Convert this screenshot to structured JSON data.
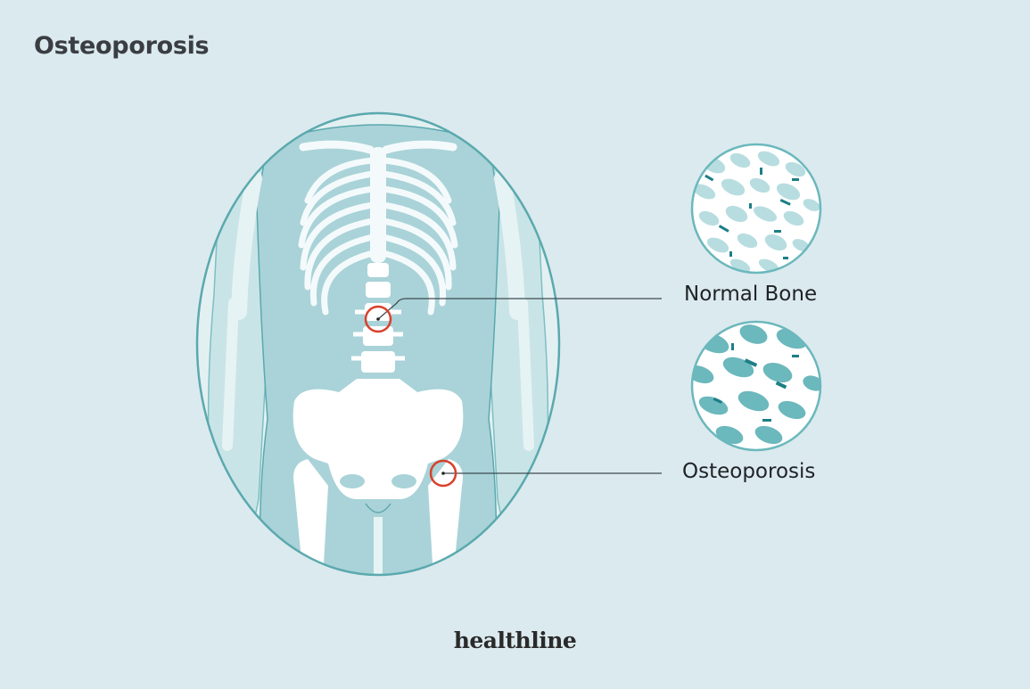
{
  "title": "Osteoporosis",
  "labels": {
    "normal": "Normal Bone",
    "osteo": "Osteoporosis"
  },
  "brand": "healthline",
  "colors": {
    "background": "#dbeaee",
    "body_fill": "#a9d3d8",
    "outline": "#5aa9ae",
    "bone": "#ffffff",
    "marker": "#d9402b",
    "dark_teal": "#1d7f86",
    "mid_teal": "#6bb8bd",
    "light_teal": "#b8dde0"
  },
  "markers": [
    {
      "name": "spine-marker",
      "target": "Normal Bone"
    },
    {
      "name": "hip-marker",
      "target": "Osteoporosis"
    }
  ]
}
